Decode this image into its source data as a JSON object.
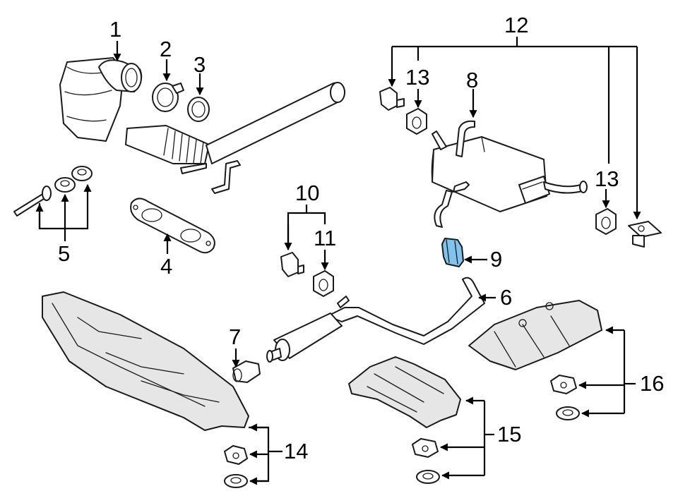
{
  "callouts": [
    "1",
    "2",
    "3",
    "4",
    "5",
    "6",
    "7",
    "8",
    "9",
    "10",
    "11",
    "12",
    "13",
    "13",
    "14",
    "15",
    "16"
  ],
  "colors": {
    "line": "#1a1a1a",
    "highlight": "#7fc3ee",
    "background": "#ffffff"
  }
}
